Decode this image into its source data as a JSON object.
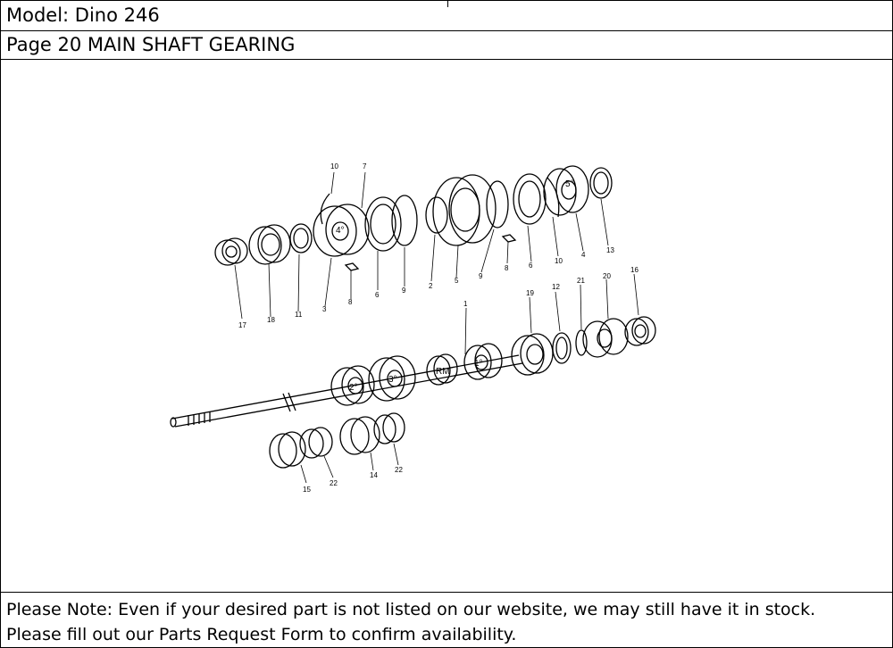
{
  "header": {
    "model_text": "Model: Dino 246",
    "page_text": "Page 20  MAIN SHAFT GEARING"
  },
  "diagram": {
    "part_numbers": [
      "10",
      "7",
      "5°",
      "13",
      "4°",
      "2",
      "5",
      "9",
      "8",
      "6",
      "10",
      "4",
      "17",
      "18",
      "11",
      "3",
      "8",
      "6",
      "9",
      "1",
      "19",
      "12",
      "21",
      "20",
      "16",
      "2°",
      "3°",
      "RM",
      "1°",
      "15",
      "22",
      "14",
      "22"
    ]
  },
  "footer": {
    "note_line1": "Please Note: Even if your desired part is not listed on our website, we may still have it in stock.",
    "note_line2": "Please fill out our Parts Request Form to confirm availability."
  }
}
